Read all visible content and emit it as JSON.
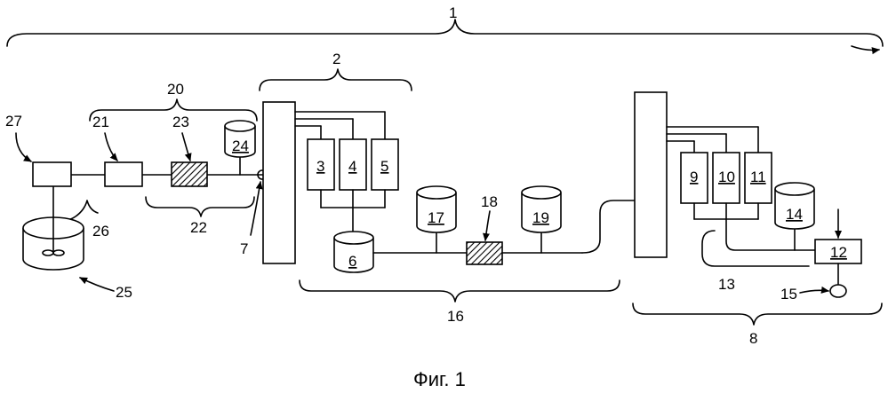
{
  "caption": "Фиг. 1",
  "labels": {
    "n1": "1",
    "n2": "2",
    "n3": "3",
    "n4": "4",
    "n5": "5",
    "n6": "6",
    "n7": "7",
    "n8": "8",
    "n9": "9",
    "n10": "10",
    "n11": "11",
    "n12": "12",
    "n13": "13",
    "n14": "14",
    "n15": "15",
    "n16": "16",
    "n17": "17",
    "n18": "18",
    "n19": "19",
    "n20": "20",
    "n21": "21",
    "n22": "22",
    "n23": "23",
    "n24": "24",
    "n25": "25",
    "n26": "26",
    "n27": "27"
  }
}
